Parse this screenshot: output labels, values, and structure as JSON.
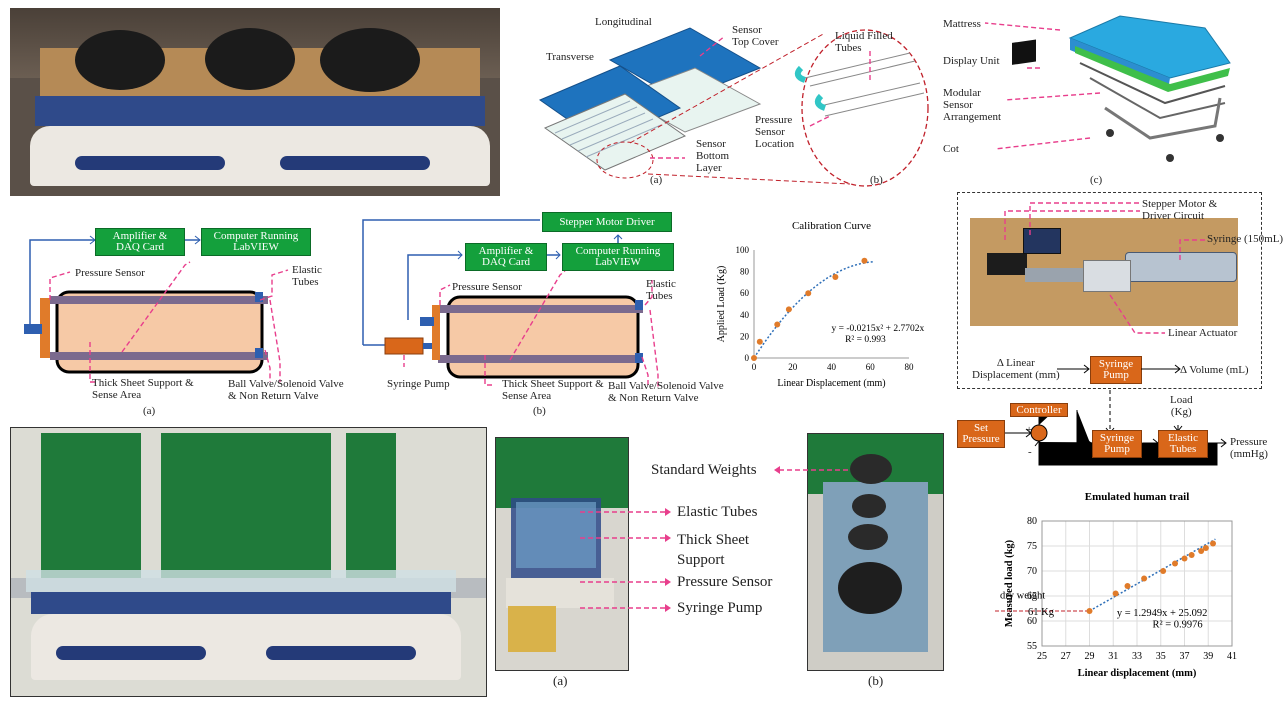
{
  "photo_tl": {
    "desc": "hospital bed with weights on mattress"
  },
  "fig_sensor": {
    "labels": {
      "longitudinal": "Longitudinal",
      "transverse": "Transverse",
      "sensor_top": "Sensor\nTop Cover",
      "sensor_bottom": "Sensor\nBottom\nLayer",
      "liquid_tubes": "Liquid Filled\nTubes",
      "pressure_loc": "Pressure\nSensor\nLocation",
      "a": "(a)",
      "b": "(b)"
    }
  },
  "fig_bed": {
    "labels": {
      "mattress": "Mattress",
      "display": "Display Unit",
      "modular": "Modular\nSensor\nArrangement",
      "cot": "Cot",
      "c": "(c)"
    }
  },
  "diagram_a": {
    "amp": "Amplifier &\nDAQ Card",
    "pc": "Computer Running\nLabVIEW",
    "pressure": "Pressure Sensor",
    "elastic": "Elastic\nTubes",
    "thick": "Thick Sheet Support &\nSense Area",
    "valve": "Ball Valve/Solenoid Valve\n& Non Return Valve",
    "cap": "(a)"
  },
  "diagram_b": {
    "stepper": "Stepper Motor Driver",
    "amp": "Amplifier &\nDAQ Card",
    "pc": "Computer Running\nLabVIEW",
    "pressure": "Pressure Sensor",
    "elastic": "Elastic\nTubes",
    "syringe": "Syringe Pump",
    "thick": "Thick Sheet Support &\nSense Area",
    "valve": "Ball Valve/Solenoid Valve\n& Non Return Valve",
    "cap": "(b)"
  },
  "chart_data": [
    {
      "type": "scatter",
      "title": "Calibration Curve",
      "xlabel": "Linear Displacement (mm)",
      "ylabel": "Applied Load (Kg)",
      "xlim": [
        0,
        80
      ],
      "ylim": [
        0,
        100
      ],
      "xticks": [
        0,
        20,
        40,
        60,
        80
      ],
      "yticks": [
        0,
        20,
        40,
        60,
        80,
        100
      ],
      "x": [
        0,
        3,
        12,
        18,
        28,
        42,
        57
      ],
      "y": [
        0,
        15,
        31,
        45,
        60,
        75,
        90
      ],
      "equation": "y = -0.0215x² + 2.7702x",
      "r2": "R² = 0.993"
    },
    {
      "type": "scatter",
      "title": "Emulated human trail",
      "xlabel": "Linear displacement (mm)",
      "ylabel": "Measured load (kg)",
      "xlim": [
        25,
        41
      ],
      "ylim": [
        55,
        80
      ],
      "xticks": [
        25,
        27,
        29,
        31,
        33,
        35,
        37,
        39,
        41
      ],
      "yticks": [
        55,
        60,
        65,
        70,
        75,
        80
      ],
      "x": [
        29,
        31.2,
        32.2,
        33.6,
        35.2,
        36.2,
        37,
        37.6,
        38.4,
        38.8,
        39.4
      ],
      "y": [
        62,
        65.5,
        67,
        68.5,
        70,
        71.5,
        72.5,
        73.2,
        74,
        74.6,
        75.5
      ],
      "dry_label": "dry weight",
      "dry_value": "61 Kg",
      "equation": "y = 1.2949x + 25.092",
      "r2": "R² = 0.9976"
    }
  ],
  "actuator": {
    "stepper": "Stepper Motor &\nDriver Circuit",
    "syringe": "Syringe (150mL)",
    "linear": "Linear Actuator",
    "in": "Δ Linear\nDisplacement (mm)",
    "pump": "Syringe\nPump",
    "out": "Δ Volume (mL)"
  },
  "control": {
    "controller": "Controller",
    "setp": "Set\nPressure",
    "pump": "Syringe\nPump",
    "tubes": "Elastic\nTubes",
    "load": "Load\n(Kg)",
    "pressure": "Pressure\n(mmHg)",
    "plus": "+",
    "minus": "-"
  },
  "photos_bottom": {
    "weights": "Standard Weights",
    "tubes": "Elastic Tubes",
    "thick": "Thick Sheet\nSupport",
    "psensor": "Pressure Sensor",
    "syringe": "Syringe Pump",
    "a": "(a)",
    "b": "(b)"
  }
}
